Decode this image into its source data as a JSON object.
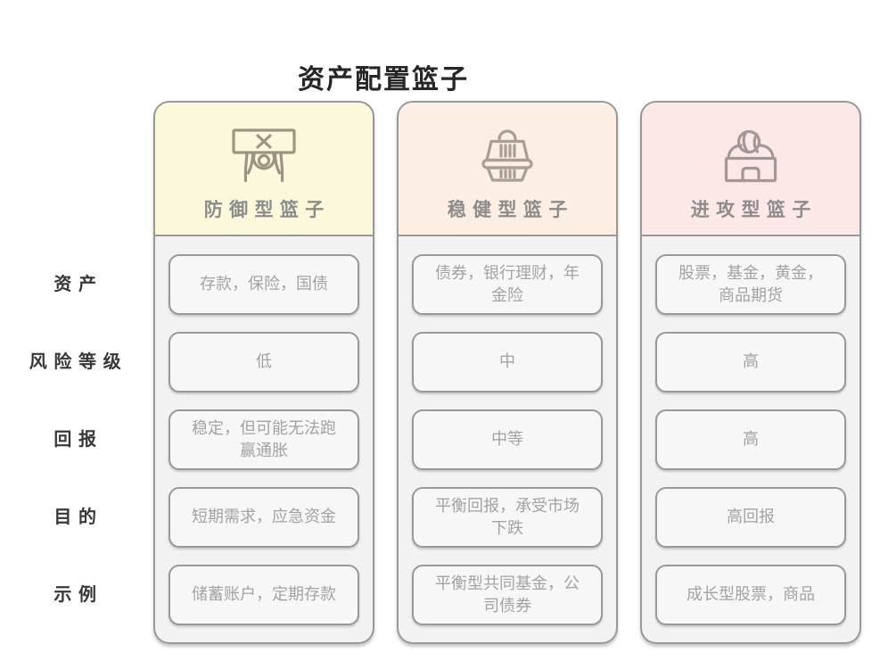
{
  "title": "资产配置篮子",
  "row_labels": [
    "资产",
    "风险等级",
    "回报",
    "目的",
    "示例"
  ],
  "columns": [
    {
      "title": "防御型篮子",
      "icon": "person-holding-sign-icon",
      "header_color": "#FCF8DC",
      "cells": [
        "存款，保险，国债",
        "低",
        "稳定，但可能无法跑赢通胀",
        "短期需求，应急资金",
        "储蓄账户，定期存款"
      ]
    },
    {
      "title": "稳健型篮子",
      "icon": "basket-icon",
      "header_color": "#FCEEE2",
      "cells": [
        "债券，银行理财，年金险",
        "中",
        "中等",
        "平衡回报，承受市场下跌",
        "平衡型共同基金，公司债券"
      ]
    },
    {
      "title": "进攻型篮子",
      "icon": "ball-and-arena-icon",
      "header_color": "#FCE8E7",
      "cells": [
        "股票，基金，黄金，商品期货",
        "高",
        "高",
        "高回报",
        "成长型股票，商品"
      ]
    }
  ],
  "colors": {
    "border": "#999999",
    "column_body_bg": "#F2F2F2",
    "cell_bg": "#F7F7F7",
    "cell_text": "#A3A3A3",
    "column_title_text": "#8C8C8C",
    "row_label_text": "#383838",
    "title_text": "#262626",
    "defensive_icon_stroke": "#9C9383",
    "balanced_icon_stroke": "#A99E93",
    "aggressive_icon_stroke": "#A49797"
  }
}
